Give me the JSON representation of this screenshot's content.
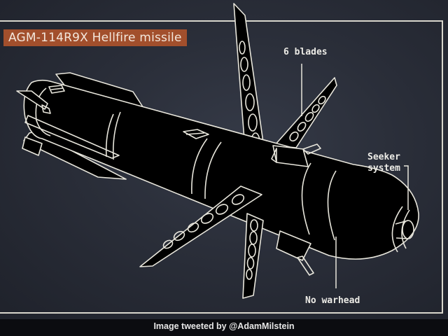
{
  "diagram": {
    "title": "AGM-114R9X Hellfire missile",
    "labels": {
      "blades": "6 blades",
      "seeker_line1": "Seeker",
      "seeker_line2": "system",
      "warhead": "No warhead"
    },
    "caption": "Image tweeted by @AdamMilstein",
    "colors": {
      "background": "#2a2e39",
      "title_bg": "#a24f2c",
      "outline": "#e8e6dc",
      "missile_fill": "#000000",
      "caption_bg": "#0b0c10"
    }
  }
}
